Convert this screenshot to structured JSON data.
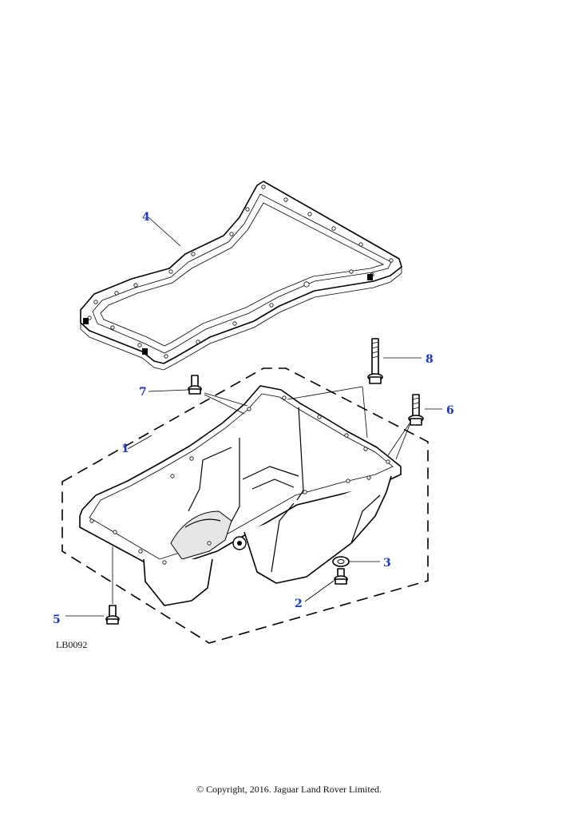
{
  "figure_ref": "LB0092",
  "copyright": "© Copyright, 2016. Jaguar Land Rover Limited.",
  "callout_color": "#1a35c8",
  "callouts": {
    "c1": "1",
    "c2": "2",
    "c3": "3",
    "c4": "4",
    "c5": "5",
    "c6": "6",
    "c7": "7",
    "c8": "8"
  }
}
